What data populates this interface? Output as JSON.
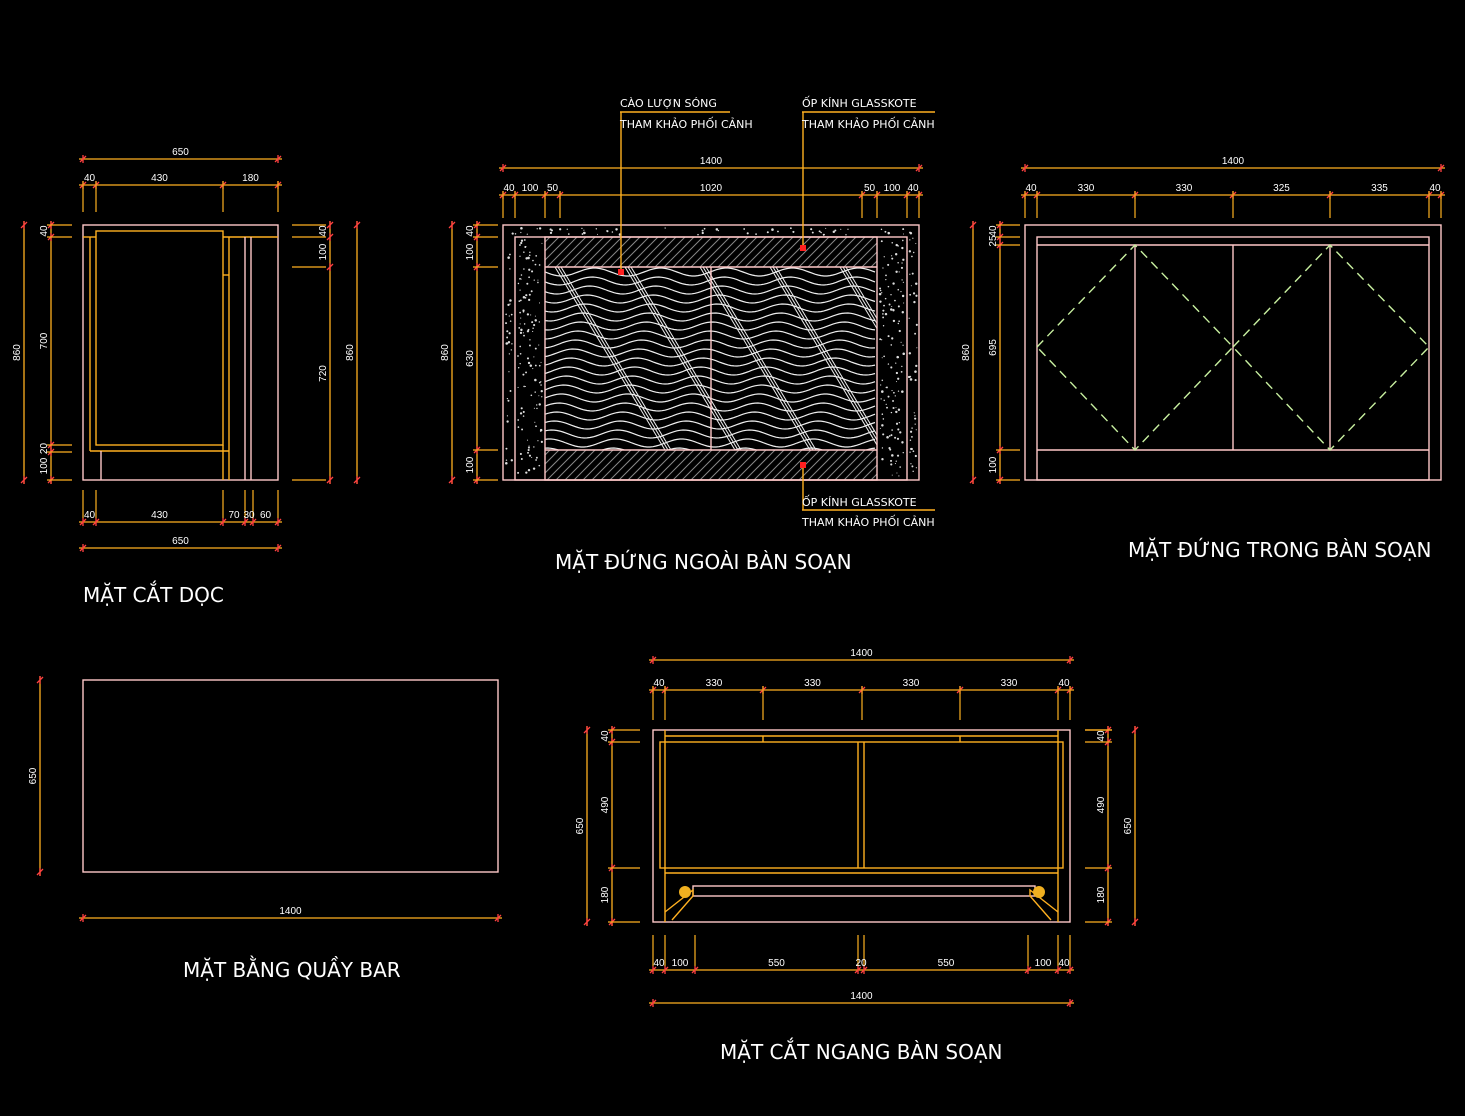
{
  "views": {
    "section_long": {
      "title": "MẶT CẮT DỌC",
      "dims": {
        "top_total": "650",
        "top": [
          "40",
          "430",
          "180"
        ],
        "bottom": [
          "40",
          "430",
          "70",
          "30",
          "60"
        ],
        "bottom_total": "650",
        "left_total": "860",
        "left": [
          "40",
          "700",
          "20",
          "100"
        ],
        "right": [
          "40",
          "100",
          "720"
        ],
        "right_total": "860"
      }
    },
    "front_outer": {
      "title": "MẶT ĐỨNG NGOÀI BÀN SOẠN",
      "dims": {
        "top_total": "1400",
        "top": [
          "40",
          "100",
          "50",
          "1020",
          "50",
          "100",
          "40"
        ],
        "left_total": "860",
        "left": [
          "40",
          "100",
          "630",
          "100"
        ]
      },
      "callouts": [
        {
          "line1": "CÀO LƯỢN SÓNG",
          "line2": "THAM KHẢO PHỐI CẢNH"
        },
        {
          "line1": "ỐP KÍNH GLASSKOTE",
          "line2": "THAM KHẢO PHỐI CẢNH"
        },
        {
          "line1": "ỐP KÍNH GLASSKOTE",
          "line2": "THAM KHẢO PHỐI CẢNH"
        }
      ]
    },
    "front_inner": {
      "title": "MẶT ĐỨNG TRONG BÀN SOẠN",
      "dims": {
        "top_total": "1400",
        "top": [
          "40",
          "330",
          "330",
          "325",
          "335",
          "40"
        ],
        "left_total": "860",
        "left": [
          "40",
          "25",
          "695",
          "100"
        ]
      }
    },
    "plan": {
      "title": "MẶT BẰNG QUẦY BAR",
      "dims": {
        "left": "650",
        "bottom": "1400"
      }
    },
    "section_cross": {
      "title": "MẶT CẮT NGANG BÀN SOẠN",
      "dims": {
        "top_total": "1400",
        "top": [
          "40",
          "330",
          "330",
          "330",
          "330",
          "40"
        ],
        "bottom": [
          "40",
          "100",
          "550",
          "20",
          "550",
          "100",
          "40"
        ],
        "bottom_total": "1400",
        "left_total": "650",
        "left": [
          "40",
          "490",
          "180"
        ],
        "right": [
          "40",
          "490",
          "180"
        ],
        "right_total": "650"
      }
    }
  },
  "colors": {
    "outline": "#ffc8c8",
    "dimension": "#ffb020",
    "tick": "#ff4040",
    "dashed": "#c8f0a0",
    "knob": "#f0b020"
  }
}
